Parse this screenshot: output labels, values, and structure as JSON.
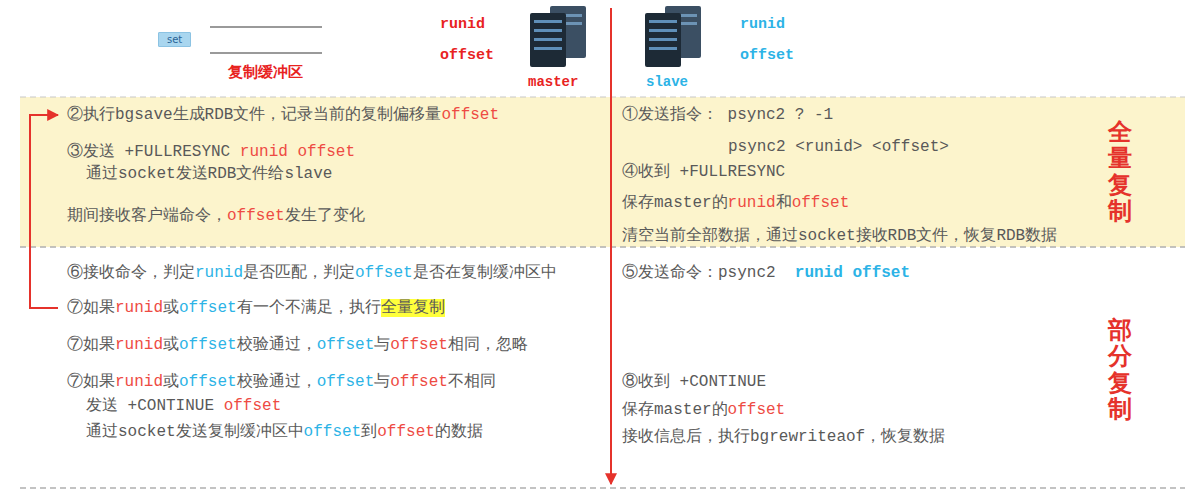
{
  "diagram": {
    "nodes": [
      {
        "text": [
          "set"
        ]
      },
      {
        "text": [
          "②执行bgsave生成RDB文件，记录当前的复制偏移量offset",
          "③发送 +FULLRESYNC runid offset",
          "通过socket发送RDB文件给slave",
          "期间接收客户端命令，offset发生了变化",
          "①发送指令： psync2 ? -1",
          "psync2 <runid> <offset>",
          "④收到 +FULLRESYNC",
          "保存master的runid和offset",
          "清空当前全部数据，通过socket接收RDB文件，恢复RDB数据",
          "全量复制"
        ]
      }
    ],
    "labels": [
      "复制缓冲区",
      "runid",
      "offset",
      "master",
      "slave",
      "runid",
      "offset",
      "⑥接收命令，判定runid是否匹配，判定offset是否在复制缓冲区中",
      "⑤发送命令：psync2  runid offset",
      "⑦如果runid或offset有一个不满足，执行全量复制",
      "⑦如果runid或offset校验通过，offset与offset相同，忽略",
      "⑦如果runid或offset校验通过，offset与offset不相同",
      "⑧收到 +CONTINUE",
      "发送 +CONTINUE offset",
      "保存master的offset",
      "通过socket发送复制缓冲区中offset到offset的数据",
      "接收信息后，执行bgrewriteaof，恢复数据",
      "部分复制"
    ]
  }
}
